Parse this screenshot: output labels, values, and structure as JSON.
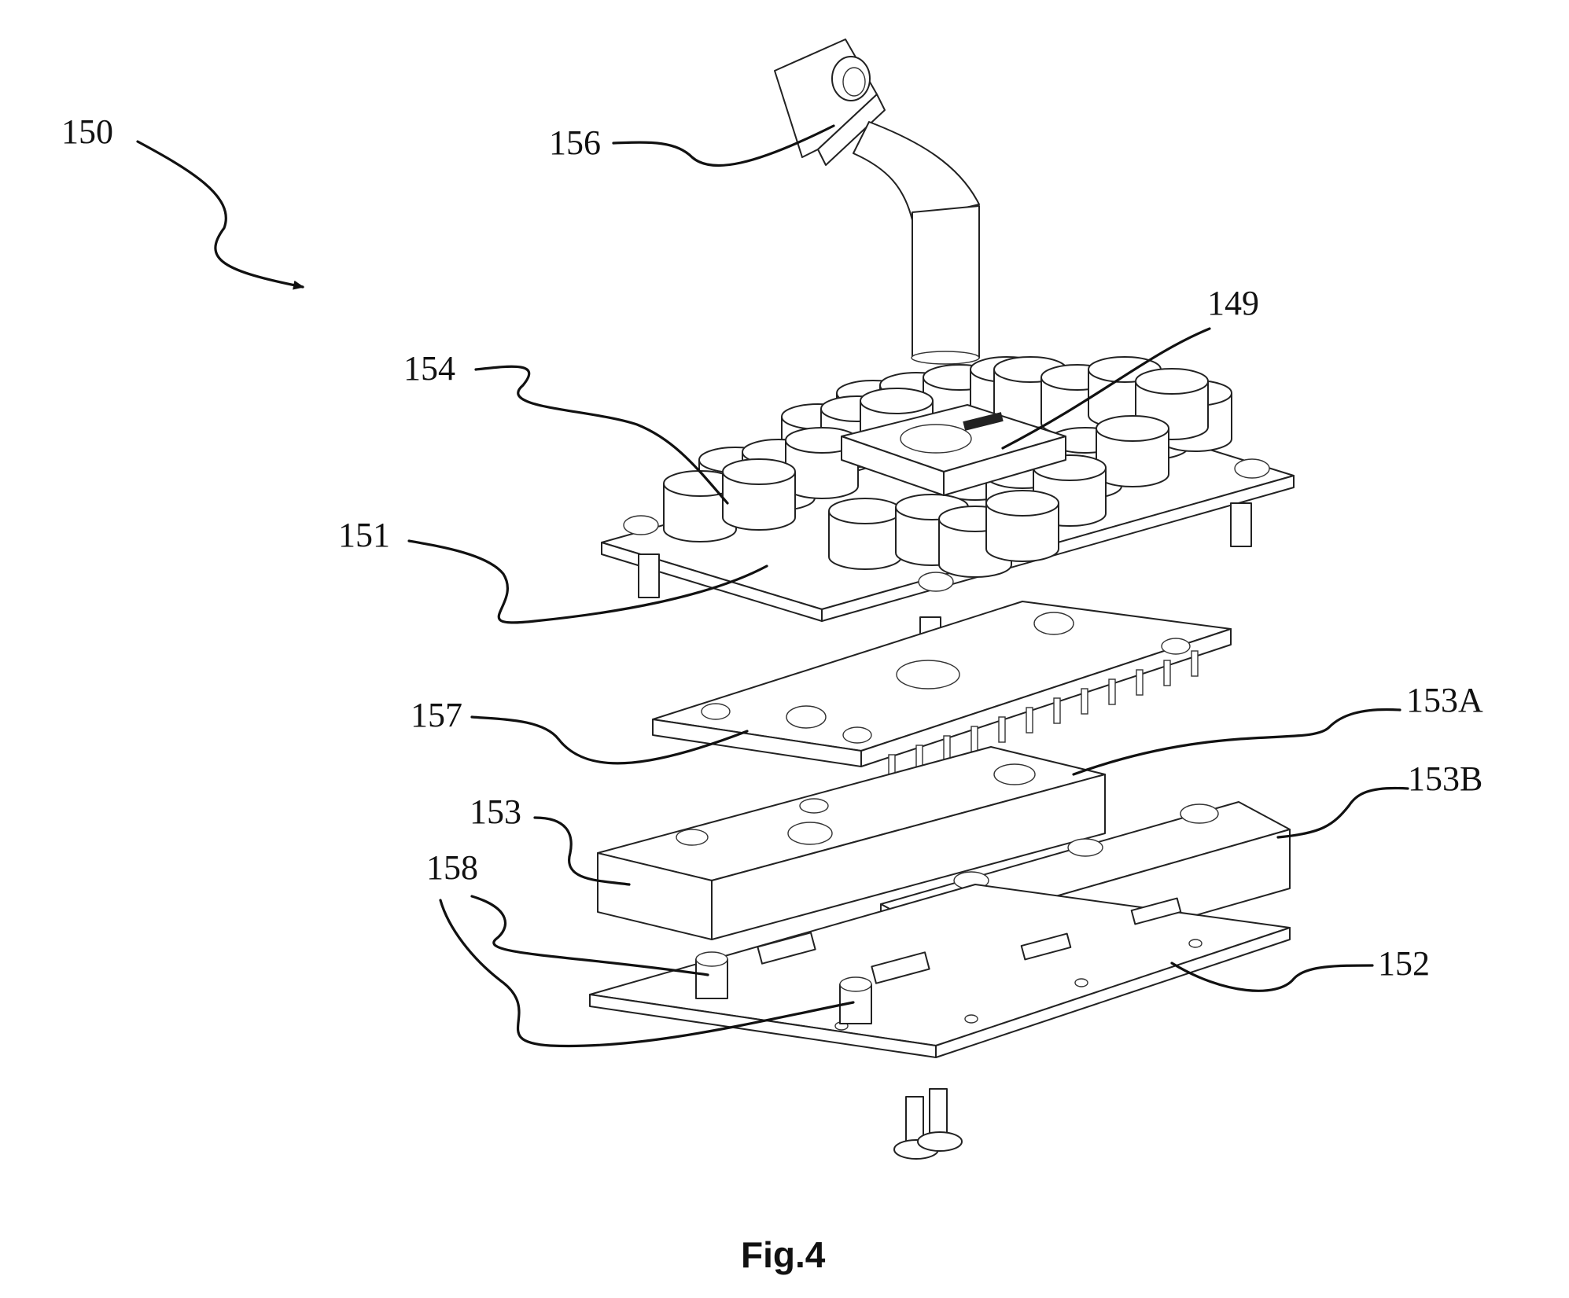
{
  "figure": {
    "caption": "Fig.4",
    "reference_labels": {
      "assembly": "150",
      "bent_connector": "156",
      "chip_module": "149",
      "capacitors": "154",
      "upper_board": "151",
      "middle_board": "157",
      "heat_block_a": "153A",
      "heat_block_b": "153B",
      "heat_block": "153",
      "components": "158",
      "lower_board": "152"
    }
  },
  "colors": {
    "line": "#111111",
    "background": "#ffffff"
  }
}
